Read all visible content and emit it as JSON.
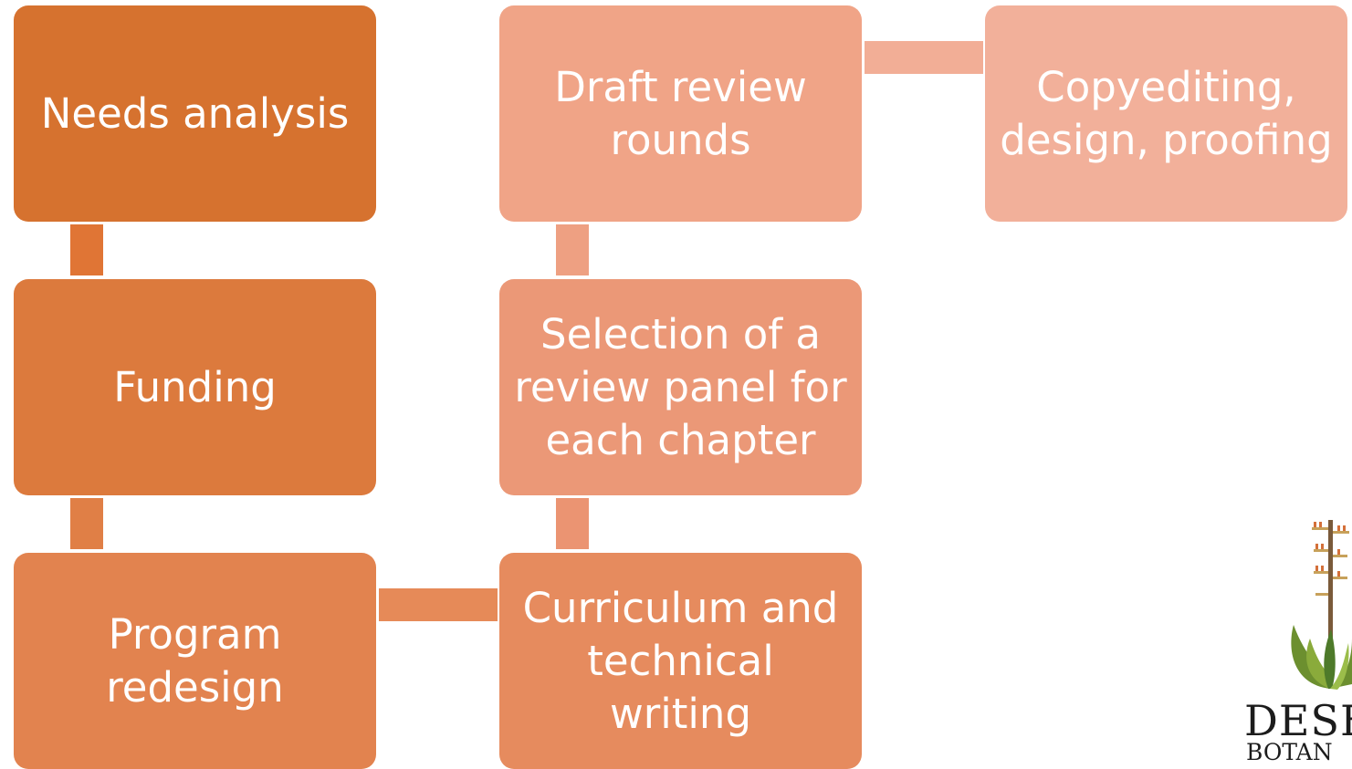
{
  "steps": [
    {
      "label": "Needs analysis",
      "color": "#d6722f"
    },
    {
      "label": "Funding",
      "color": "#dc7a3d"
    },
    {
      "label": "Program redesign",
      "color": "#e2834f"
    },
    {
      "label": "Curriculum and technical writing",
      "color": "#e68b5e"
    },
    {
      "label": "Selection of a review panel for each chapter",
      "color": "#eb9877"
    },
    {
      "label": "Draft review rounds",
      "color": "#f0a487"
    },
    {
      "label": "Copyediting, design, proofing",
      "color": "#f2b09a"
    }
  ],
  "logo": {
    "line1": "DESE",
    "line2": "BOTAN"
  }
}
